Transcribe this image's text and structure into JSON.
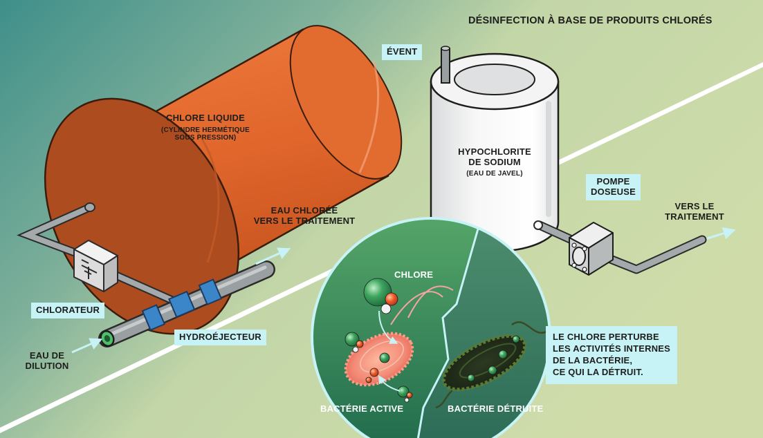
{
  "title": "DÉSINFECTION À BASE DE PRODUITS CHLORÉS",
  "chlorine_tank": {
    "title": "CHLORE LIQUIDE",
    "subtitle_line1": "(CYLINDRE HERMÉTIQUE",
    "subtitle_line2": "SOUS PRESSION)"
  },
  "hypochlorite_tank": {
    "line1": "HYPOCHLORITE",
    "line2": "DE SODIUM",
    "subtitle": "(EAU DE JAVEL)"
  },
  "labels": {
    "vent": "ÉVENT",
    "pump_line1": "POMPE",
    "pump_line2": "DOSEUSE",
    "to_treatment_line1": "VERS LE",
    "to_treatment_line2": "TRAITEMENT",
    "chlorinated_water_line1": "EAU CHLORÉE",
    "chlorinated_water_line2": "VERS LE TRAITEMENT",
    "chlorinator": "CHLORATEUR",
    "hydroejector": "HYDROÉJECTEUR",
    "dilution_water_line1": "EAU DE",
    "dilution_water_line2": "DILUTION"
  },
  "bacteria_panel": {
    "chlorine": "CHLORE",
    "active": "BACTÉRIE ACTIVE",
    "destroyed": "BACTÉRIE DÉTRUITE"
  },
  "explanation": {
    "line1": "LE CHLORE PERTURBE",
    "line2": "LES ACTIVITÉS INTERNES",
    "line3": "DE LA BACTÉRIE,",
    "line4": "CE QUI LA DÉTRUIT."
  },
  "colors": {
    "background_green": "#ccd9a8",
    "teal_corner": "#3f8f8a",
    "tank_orange": "#e06a32",
    "label_box": "#c8f3f6",
    "pipe_gray": "#9aa0a2",
    "coupling_blue": "#3b86c8"
  }
}
